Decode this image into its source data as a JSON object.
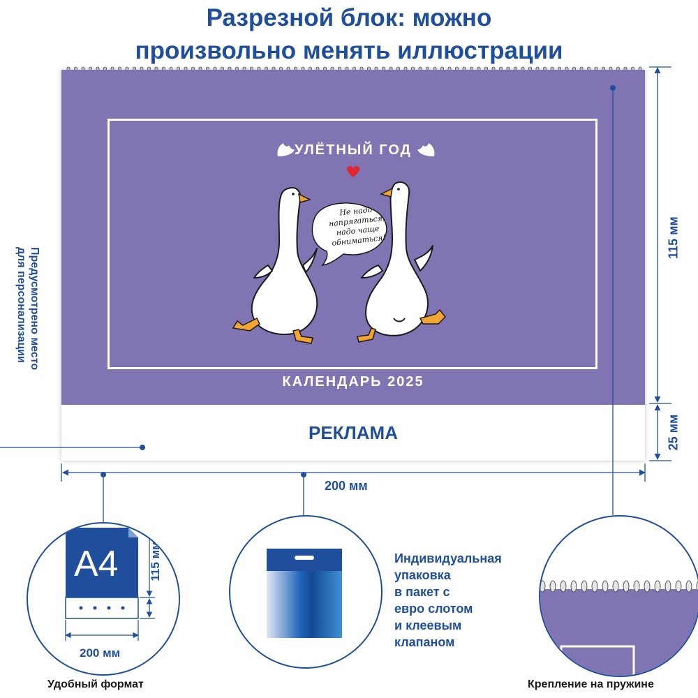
{
  "header": {
    "line1": "Разрезной блок: можно",
    "line2": "произвольно менять иллюстрации"
  },
  "cover": {
    "title": "УЛЁТНЫЙ ГОД",
    "bubble_lines": [
      "Не надо",
      "напрягаться,",
      "надо чаще",
      "обниматься!"
    ],
    "calendar_label": "КАЛЕНДАРЬ 2025",
    "ad_label": "РЕКЛАМА"
  },
  "dimensions": {
    "width": "200 мм",
    "height_top": "115 мм",
    "height_bottom": "25 мм"
  },
  "side_note": {
    "line1": "Предусмотрено место",
    "line2": "для персонализации"
  },
  "features": {
    "format": {
      "paper": "A4",
      "height": "115 мм",
      "width": "200 мм",
      "caption": "Удобный формат"
    },
    "packaging": {
      "lines": [
        "Индивидуальная",
        "упаковка",
        "в пакет с",
        "евро слотом",
        "и клеевым",
        "клапаном"
      ]
    },
    "spring": {
      "caption": "Крепление на пружине"
    }
  },
  "colors": {
    "accent": "#1f4e9c",
    "cover": "#8174b2",
    "heart": "#e0262e",
    "beak": "#f2a531"
  }
}
